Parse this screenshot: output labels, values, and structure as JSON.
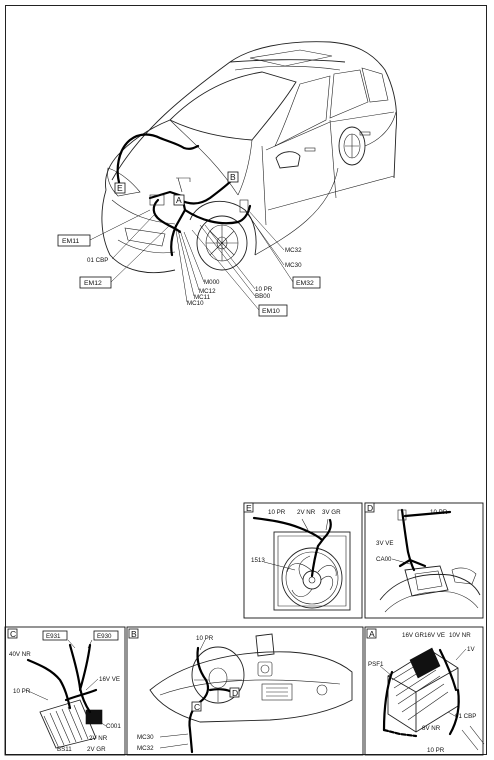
{
  "main": {
    "callouts": {
      "E": "E",
      "A": "A",
      "B": "B",
      "EM11": "EM11",
      "CBP": "01 CBP",
      "EM12": "EM12",
      "M000": "M000",
      "MC12": "MC12",
      "MC11": "MC11",
      "MC10": "MC10",
      "BB00": "BB00",
      "PR10": "10 PR",
      "EM10": "EM10",
      "MC32": "MC32",
      "MC30": "MC30",
      "EM32": "EM32"
    }
  },
  "panels": {
    "E": {
      "letter": "E",
      "labels": {
        "pr": "10 PR",
        "nr": "2V NR",
        "gr": "3V GR",
        "part": "1513"
      }
    },
    "D": {
      "letter": "D",
      "labels": {
        "pr": "10 PR",
        "ve": "3V VE",
        "part": "CA00"
      }
    },
    "C": {
      "letter": "C",
      "labels": {
        "e931": "E931",
        "e930": "E930",
        "nr40": "40V NR",
        "pr": "10 PR",
        "ve16": "16V VE",
        "c001": "C001",
        "nr2": "2V NR",
        "bs11": "BS11",
        "gr2": "2V GR"
      }
    },
    "B": {
      "letter": "B",
      "labels": {
        "pr": "10 PR",
        "c": "C",
        "d": "D",
        "mc30": "MC30",
        "mc32": "MC32"
      }
    },
    "A": {
      "letter": "A",
      "labels": {
        "gr16": "16V GR",
        "ve16": "16V VE",
        "nr10": "10V NR",
        "v1": "1V",
        "psf1": "PSF1",
        "nr8": "8V NR",
        "cbp": "01 CBP",
        "pr": "10 PR"
      }
    }
  }
}
